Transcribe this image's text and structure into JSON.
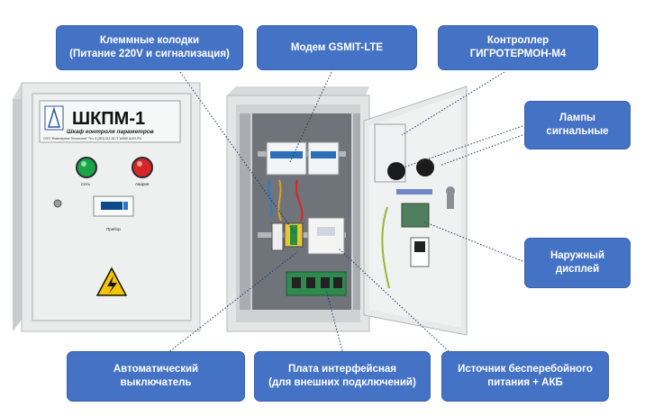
{
  "callouts": {
    "terminals": "Клеммные колодки\n(Питание 220V и сигнализация)",
    "modem": "Модем GSMIT-LTE",
    "controller": "Контроллер\nГИГРОТЕРМОН-М4",
    "lamps": "Лампы\nсигнальные",
    "display": "Наружный\nдисплей",
    "breaker": "Автоматический\nвыключатель",
    "interface_board": "Плата интерфейсная\n(для внешних подключений)",
    "ups": "Источник бесперебойного\nпитания + АКБ"
  },
  "cabinet": {
    "title": "ШКПМ-1",
    "subtitle": "Шкаф контроля параметров",
    "maker": "ООО \"Инженерные Технологии\" Тел. 8 (383) 312-18-71 WWW.ULEX.RU",
    "lamp_left": "Сеть",
    "lamp_right": "Авария",
    "device_label": "Прибор"
  },
  "colors": {
    "callout_fill": "#4472c4",
    "leader_line": "#1f3864",
    "cabinet_body": "#e6e8e8"
  }
}
